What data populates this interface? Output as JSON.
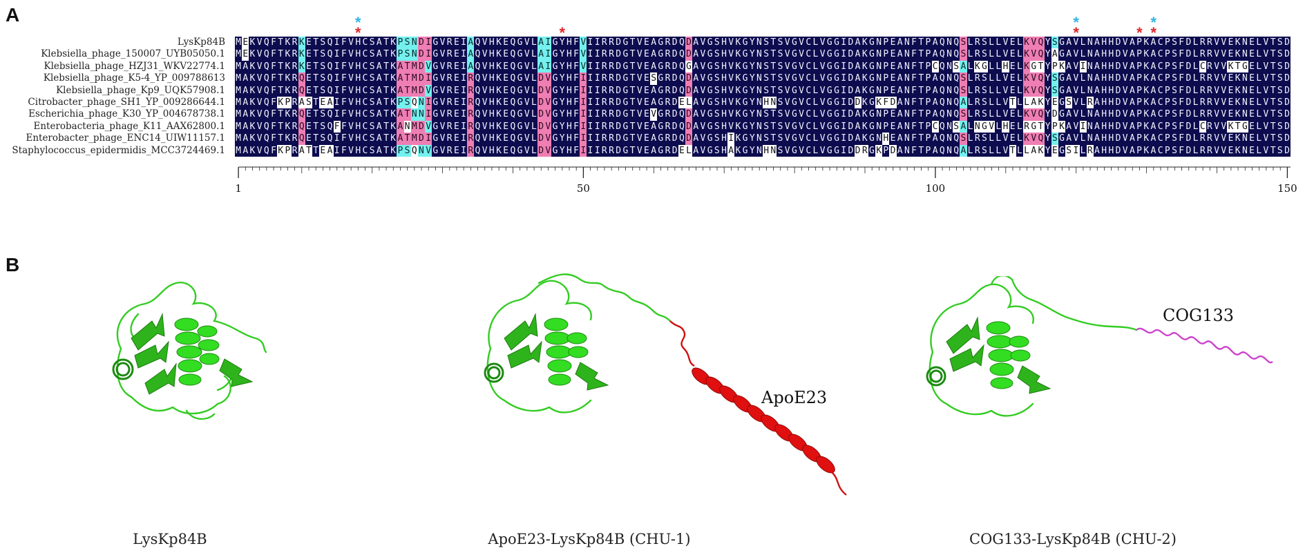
{
  "panel_a": {
    "label": "A",
    "sequences": [
      {
        "name": "LysKp84B",
        "seq": "MEKVQFTKRKETSQIFVHCSATKPSNDIGVREIAQVHKEQGVLAIGYHFVIIRRDGTVEAGRDQDAVGSHVKGYNSTSVGVCLVGGIDAKGNPEANFTPAQNQSLRSLLVELKVQYSGAVLNAHHDVAPKACPSFDLRRVVEKNELVTSDRG"
      },
      {
        "name": "Klebsiella_phage_150007_UYB05050.1",
        "seq": "MEKVQFTKRKETSQIFVHCSATKPSNDIGVREIAQVHKEQGVLAIGYHFVIIRRDGTVEAGRDQDAVGSHVKGYNSTSVGVCLVGGIDAKGNPEANFTPAQNQSLRSLLVELKVQYAGAVLNAHHDVAPKACPSFDLRRVVEKNELVTSDRG"
      },
      {
        "name": "Klebsiella_phage_HZJ31_WKV22774.1",
        "seq": "MAKVQFTKRKETSQIFVHCSATKATMDVGVREIAQVHKEQGVLAIGYHFVIIRRDGTVEAGRDQGAVGSHVKGYNSTSVGVCLVGGIDAKGNPEANFTPCQNSALKGLLHELKGTYPKAVINAHHDVAPKACPSFDLCRVVKTGELVTSDRG"
      },
      {
        "name": "Klebsiella_phage_K5-4_YP_009788613",
        "seq": "MAKVQFTKRQETSQIFVHCSATKATMDIGVREIRQVHKEQGVLDVGYHFIIIRRDGTVESGRDQDAVGSHVKGYNSTSVGVCLVGGIDAKGNPEANFTPAQNQSLRSLLVELKVQYSGAVLNAHHDVAPKACPSFDLRRVVEKNELVTSDRG"
      },
      {
        "name": "Klebsiella_phage_Kp9_UQK57908.1",
        "seq": "MAKVQFTKRQETSQIFVHCSATKATMDVGVREIRQVHKEQGVLDVGYHFIIIRRDGTVEAGRDQDAVGSHVKGYNSTSVGVCLVGGIDAKGNPEANFTPAQNQSLRSLLVELKVQYSGAVLNAHHDVAPKACPSFDLRRVVEKNELVTSDRG"
      },
      {
        "name": "Citrobacter_phage_SH1_YP_009286644.1",
        "seq": "MAKVQFKPRASTEAIFVHCSATKPSQNIGVREIRQVHKEQGVLDVGYHFIIIRRDGTVEAGRDELAVGSHVKGYNHNSVGVCLVGGIDDKGKFDANFTPAQNQALRSLLVTLLAKYEGSVLRAHHDVAPKACPSFDLRRVVEKNELVTSDRG"
      },
      {
        "name": "Escherichia_phage_K30_YP_004678738.1",
        "seq": "MAKVQFTKRQETSQIFVHCSATKATNNIGVREIRQVHKEQGVLDVGYHFIIIRRDGTVEVGRDQDAVGSHVKGYNSTSVGVCLVGGIDAKGNPEANFTPAQNQSLRSLLVELKVQYDGAVLNAHHDVAPKACPSFDLRRVVEKNELVTSDRG"
      },
      {
        "name": "Enterobacteria_phage_K11_AAX62800.1",
        "seq": "MAKVQFTKRQETSQFFVHCSATKANMDVGVREIRQVHKEQGVLDVGYHFIIIRRDGTVEAGRDQDAVGSHVKGYNSTSVGVCLVGGIDAKGNPEANFTPCQNSALNGVLHELRGTYPKAVINAHHDVAPKACPSFDLCRVVKTGELVTSDRG"
      },
      {
        "name": "Enterobacter_phage_ENC14_UIW11157.1",
        "seq": "MAKVQFTKRQETSQIFVHCSATKATMDIGVREIRQVHKEQGVLDVGYHFIIIRRDGTVEAGRDQDAVGSHIKGYNSTSVGVCLVGGIDAKGNHEANFTPAQNQSLRSLLVELKVQYSGAVLNAHHDVAPKACPSFDLRRVVEKNELVTSDHG"
      },
      {
        "name": "Staphylococcus_epidermidis_MCC3724469.1",
        "seq": "MAKVQFKPRATTEAIFVHCSATKPSQNVGVREIRQVHKEQGVLDVGYHFIIIRRDGTVEAGRDELAVGSHAKGYNHNSVGVCLVGGIDDRGKPDANFTPAQNQALRSLLVTLLAKYEGSILRAHHDVAPKACPSFDLRRVVEKNELVTSDRG"
      }
    ],
    "ruler_labels": [
      "1",
      "50",
      "100",
      "150"
    ],
    "red_star_positions": [
      18,
      47,
      120,
      129,
      131
    ],
    "blue_star_positions": [
      18,
      120,
      131
    ],
    "colors": {
      "identical": "#0d0c4e",
      "similar": "#ee7eb3",
      "partial": "#74f0ee",
      "red_star": "#e0272a",
      "blue_star": "#2fb6e0"
    }
  },
  "panel_b": {
    "label": "B",
    "structures": [
      {
        "caption": "LysKp84B",
        "tag_label": ""
      },
      {
        "caption": "ApoE23-LysKp84B (CHU-1)",
        "tag_label": "ApoE23"
      },
      {
        "caption": "COG133-LysKp84B (CHU-2)",
        "tag_label": "COG133"
      }
    ],
    "colors": {
      "lysin": "#33cc22",
      "apoe23": "#e01010",
      "cog133": "#cc44cc"
    }
  }
}
